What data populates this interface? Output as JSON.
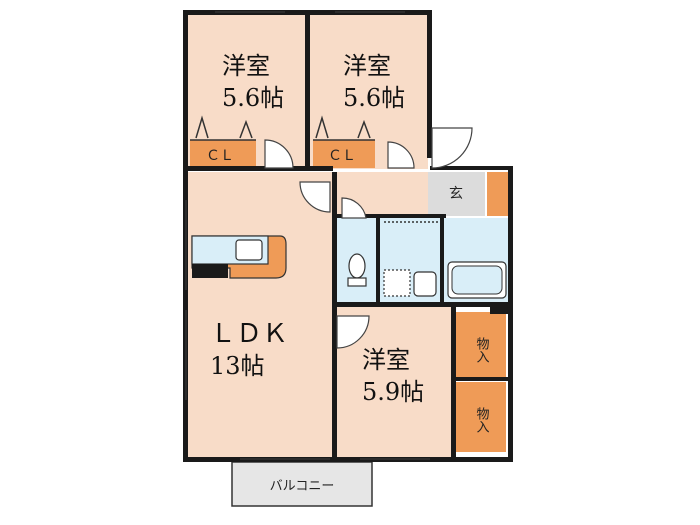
{
  "rooms": {
    "western_room_1": {
      "name": "洋室",
      "size": "5.6帖"
    },
    "western_room_2": {
      "name": "洋室",
      "size": "5.6帖"
    },
    "western_room_3": {
      "name": "洋室",
      "size": "5.9帖"
    },
    "ldk": {
      "name": "ＬＤＫ",
      "size": "13帖"
    }
  },
  "closets": {
    "cl_1": "ＣＬ",
    "cl_2": "ＣＬ"
  },
  "storage": {
    "s1": "物入",
    "s2": "物入"
  },
  "entrance": "玄",
  "balcony": "バルコニー",
  "colors": {
    "room": "#f8dcc8",
    "storage": "#ef9b57",
    "wet_area": "#d9eef8",
    "wall": "#1a1a1a",
    "balcony": "#e6e6e6"
  }
}
